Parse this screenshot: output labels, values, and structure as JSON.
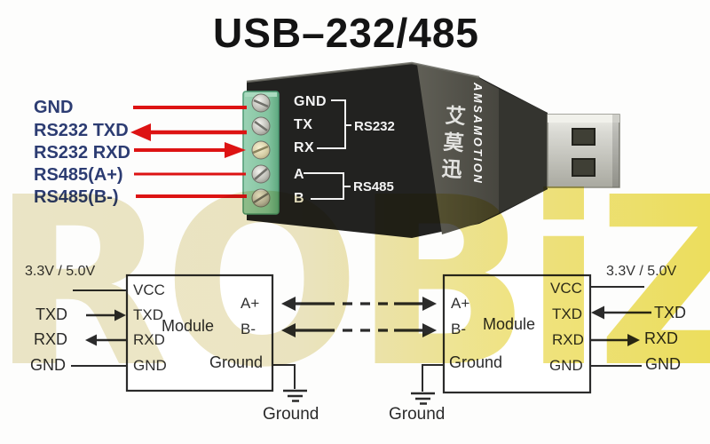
{
  "title": "USB–232/485",
  "watermark": "ROBiZ",
  "left_pins": {
    "gnd": "GND",
    "rs232_txd": "RS232 TXD",
    "rs232_rxd": "RS232 RXD",
    "rs485_a": "RS485(A+)",
    "rs485_b": "RS485(B-)"
  },
  "device": {
    "pin_gnd": "GND",
    "pin_tx": "TX",
    "pin_rx": "RX",
    "pin_a": "A",
    "pin_b": "B",
    "group_rs232": "RS232",
    "group_rs485": "RS485",
    "brand": "AMSAMOTION",
    "brand_cn": "艾莫迅"
  },
  "wiring": {
    "power": "3.3V / 5.0V",
    "module": "Module",
    "vcc": "VCC",
    "txd": "TXD",
    "rxd": "RXD",
    "gnd": "GND",
    "a_plus": "A+",
    "b_minus": "B-",
    "ground_pin": "Ground",
    "ground": "Ground"
  },
  "colors": {
    "label_navy": "#2c3c72",
    "wire_red": "#dd1313",
    "diagram_ink": "#2b2b2b",
    "terminal_green": "#8fcaa9",
    "body_black": "#222220",
    "usb_silver": "#d9d9d3",
    "watermark_yellow": "#ece5c2"
  }
}
